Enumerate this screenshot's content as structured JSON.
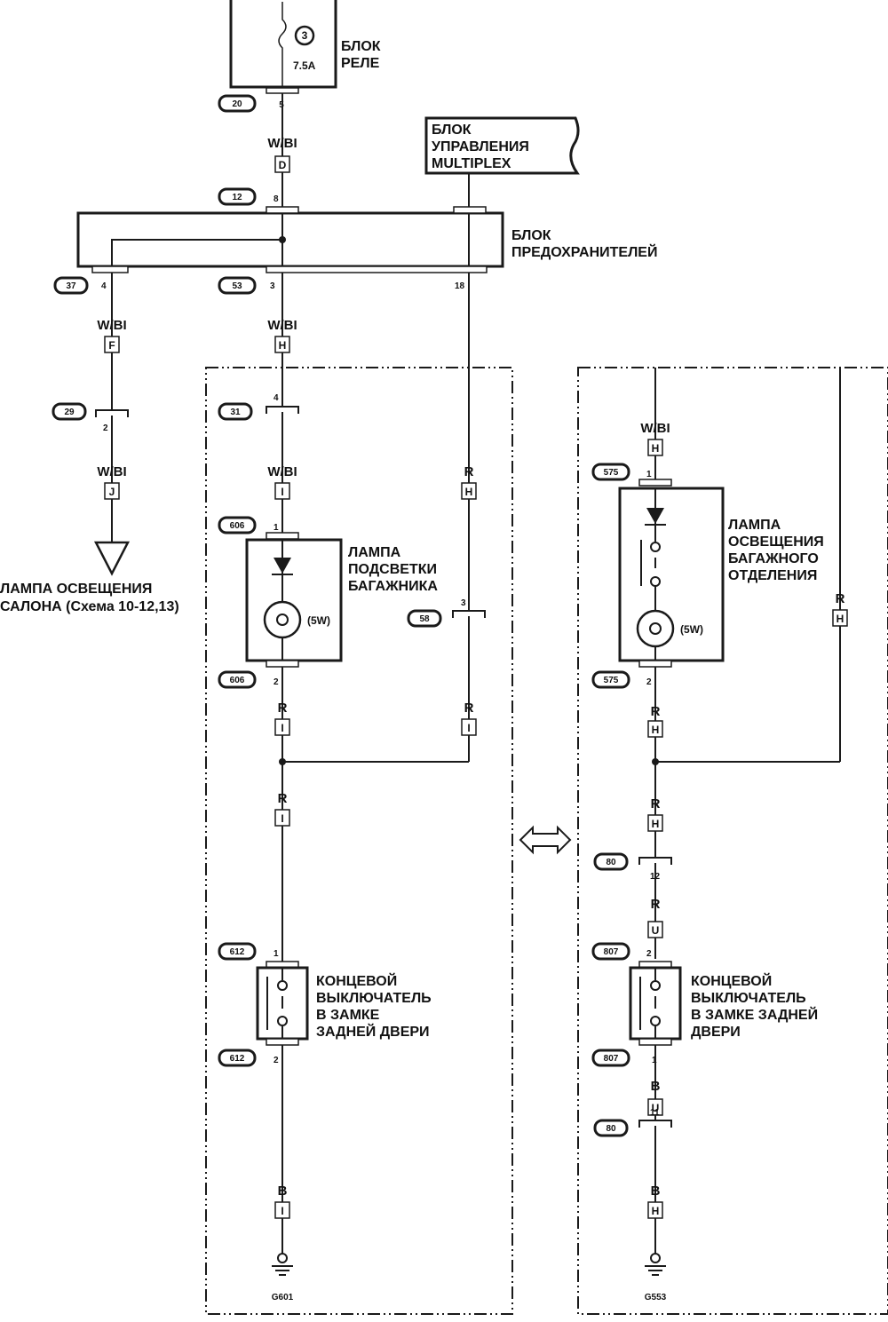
{
  "relay_block": {
    "title_line1": "БЛОК",
    "title_line2": "РЕЛЕ",
    "fuse_number": "3",
    "fuse_rating": "7.5A",
    "connector": "20",
    "pin": "5"
  },
  "multiplex_block": {
    "line1": "БЛОК",
    "line2": "УПРАВЛЕНИЯ",
    "line3": "MULTIPLEX"
  },
  "fuse_box": {
    "title_line1": "БЛОК",
    "title_line2": "ПРЕДОХРАНИТЕЛЕЙ",
    "connector_top": "12",
    "pin_top": "8",
    "connector_left": "37",
    "pin_left": "4",
    "connector_mid": "53",
    "pin_mid": "3",
    "pin_right": "18"
  },
  "wires": {
    "w_bi": "W/BI",
    "r": "R",
    "b": "B"
  },
  "route_letters": {
    "d": "D",
    "f": "F",
    "h": "H",
    "i": "I",
    "j": "J",
    "u": "U"
  },
  "left_branch": {
    "connector": "29",
    "pin": "2",
    "label_line1": "ЛАМПА ОСВЕЩЕНИЯ",
    "label_line2": "САЛОНА (Схема 10-12,13)"
  },
  "left_panel": {
    "conn_31": "31",
    "pin_31": "4",
    "lamp_conn": "606",
    "lamp_pin1": "1",
    "lamp_pin2": "2",
    "lamp_label1": "ЛАМПА",
    "lamp_label2": "ПОДСВЕТКИ",
    "lamp_label3": "БАГАЖНИКА",
    "lamp_power": "(5W)",
    "conn_58": "58",
    "pin_58": "3",
    "switch_conn": "612",
    "switch_pin1": "1",
    "switch_pin2": "2",
    "switch_label1": "КОНЦЕВОЙ",
    "switch_label2": "ВЫКЛЮЧАТЕЛЬ",
    "switch_label3": "В ЗАМКЕ",
    "switch_label4": "ЗАДНЕЙ ДВЕРИ",
    "ground": "G601"
  },
  "right_panel": {
    "lamp_conn": "575",
    "lamp_pin1": "1",
    "lamp_pin2": "2",
    "lamp_label1": "ЛАМПА",
    "lamp_label2": "ОСВЕЩЕНИЯ",
    "lamp_label3": "БАГАЖНОГО",
    "lamp_label4": "ОТДЕЛЕНИЯ",
    "lamp_power": "(5W)",
    "conn_80": "80",
    "pin_80a": "12",
    "pin_80b": "11",
    "switch_conn": "807",
    "switch_pin1": "2",
    "switch_pin2": "1",
    "switch_label1": "КОНЦЕВОЙ",
    "switch_label2": "ВЫКЛЮЧАТЕЛЬ",
    "switch_label3": "В ЗАМКЕ ЗАДНЕЙ",
    "switch_label4": "ДВЕРИ",
    "ground": "G553"
  }
}
